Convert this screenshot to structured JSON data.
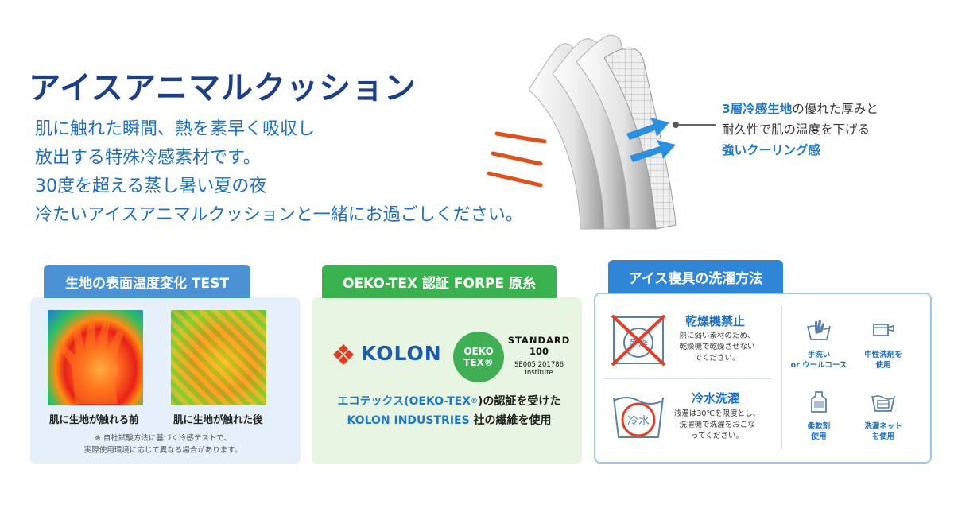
{
  "title": "アイスアニマルクッション",
  "description": [
    "肌に触れた瞬間、熱を素早く吸収し",
    "放出する特殊冷感素材です。",
    "30度を超える蒸し暑い夏の夜",
    "冷たいアイスアニマルクッションと一緒にお過ごしください。"
  ],
  "callout": {
    "line1_highlight": "3層冷感生地",
    "line1_rest": "の優れた厚みと",
    "line2": "耐久性で肌の温度を下げる",
    "line3_highlight": "強いクーリング感"
  },
  "test_panel": {
    "tab": "生地の表面温度変化 TEST",
    "before_label": "肌に生地が触れる前",
    "after_label": "肌に生地が触れた後",
    "note_line1": "※ 自社試験方法に基づく冷感テストで、",
    "note_line2": "実際使用環境に応じて異なる場合があります。"
  },
  "oeko_panel": {
    "tab": "OEKO-TEX 認証 FORPE 原糸",
    "kolon_logo": "KOLON",
    "badge_line1": "OEKO",
    "badge_line2": "TEX®",
    "standard": "STANDARD",
    "standard_num": "100",
    "cert_code": "SE005 201786",
    "institute": "Institute",
    "text_line1_a": "エコテックス(OEKO-TEX",
    "text_line1_mark": "®",
    "text_line1_b": ")の認証を受けた",
    "text_line2_a": "KOLON INDUSTRIES",
    "text_line2_b": " 社の繊維を使用"
  },
  "wash_panel": {
    "tab": "アイス寝具の洗濯方法",
    "item1_head": "乾燥機禁止",
    "item1_body1": "熱に弱い素材のため、",
    "item1_body2": "乾燥機で乾燥させない",
    "item1_body3": "でください。",
    "item1_icon_text": "乾燥",
    "item2_head": "冷水洗濯",
    "item2_body1": "液温は30℃を限度とし、",
    "item2_body2": "洗濯機で洗濯をおこな",
    "item2_body3": "ってください。",
    "item2_icon_text": "冷水",
    "mini1_l1": "手洗い",
    "mini1_l2": "or ウールコース",
    "mini2_l1": "中性洗剤を",
    "mini2_l2": "使用",
    "mini3_l1": "柔軟剤",
    "mini3_l2": "使用",
    "mini4_l1": "洗濯ネット",
    "mini4_l2": "を使用"
  },
  "colors": {
    "title": "#1d3f86",
    "blue_text": "#1f6fc0",
    "tab_blue": "#4b92d4",
    "tab_green": "#39b14f",
    "tab_wash": "#2f86d6"
  }
}
